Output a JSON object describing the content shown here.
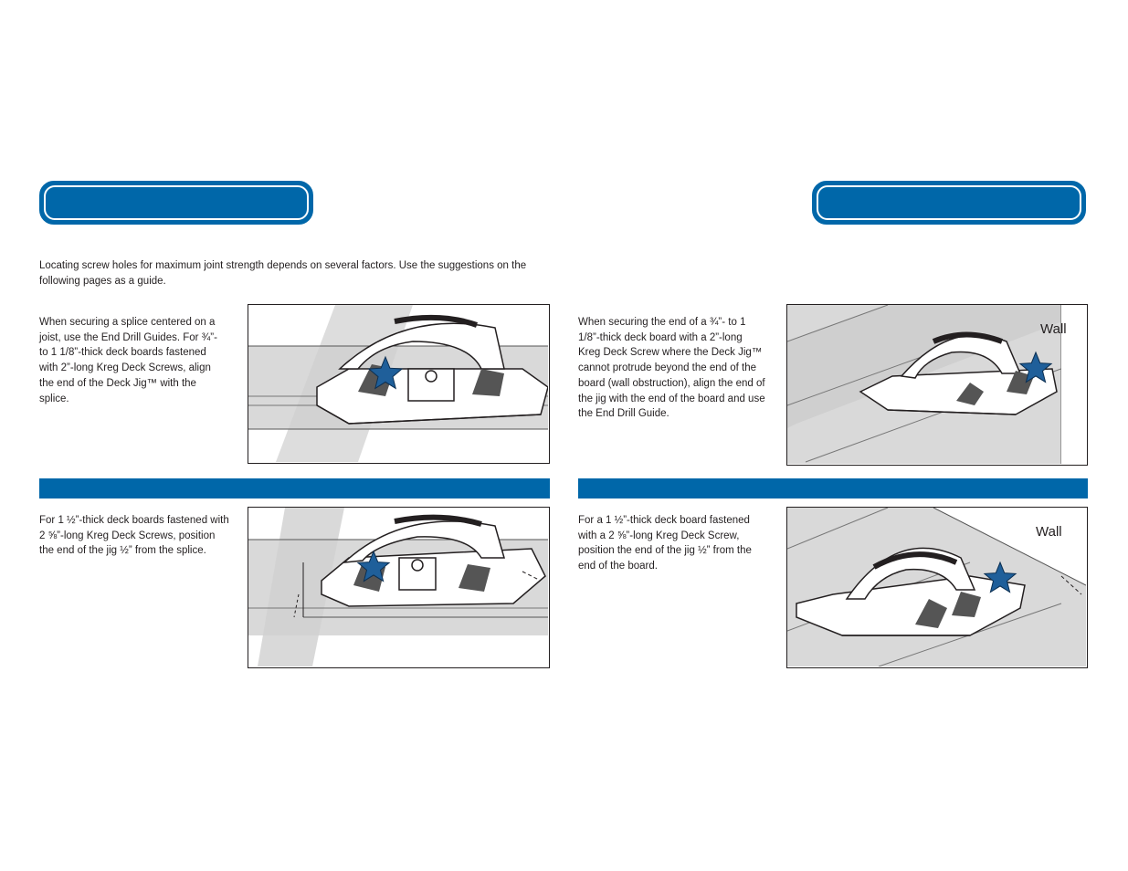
{
  "intro": "Locating screw holes for maximum joint strength depends on several factors. Use the suggestions on the following pages as a guide.",
  "left": {
    "splice_text": "When securing a splice centered on a joist, use the End Drill Guides. For ¾”- to 1 1/8”-thick deck boards fastened with 2”-long Kreg Deck Screws, align the end of the Deck Jig™ with the splice.",
    "thick_text": "For 1 ½”-thick deck boards fastened with 2 ⅝”-long Kreg Deck Screws, position the end of the jig ½” from the splice."
  },
  "right": {
    "end_text": "When securing the end of a ¾”- to 1 1/8”-thick deck board with a 2”-long Kreg Deck Screw where the Deck Jig™ cannot protrude beyond the end of the board (wall obstruction), align the end of the jig with the end of the board and use the End Drill Guide.",
    "thick_text": "For a 1 ½”-thick deck board fastened with a 2 ⅝”-long Kreg Deck Screw, position the end of the jig ½” from the end of the board.",
    "wall_label_1": "Wall",
    "wall_label_2": "Wall"
  },
  "colors": {
    "brand_blue": "#0067a9",
    "star_blue": "#1f5f9a",
    "board_gray": "#d9d9d9"
  },
  "icons": [
    "star-marker-icon"
  ]
}
